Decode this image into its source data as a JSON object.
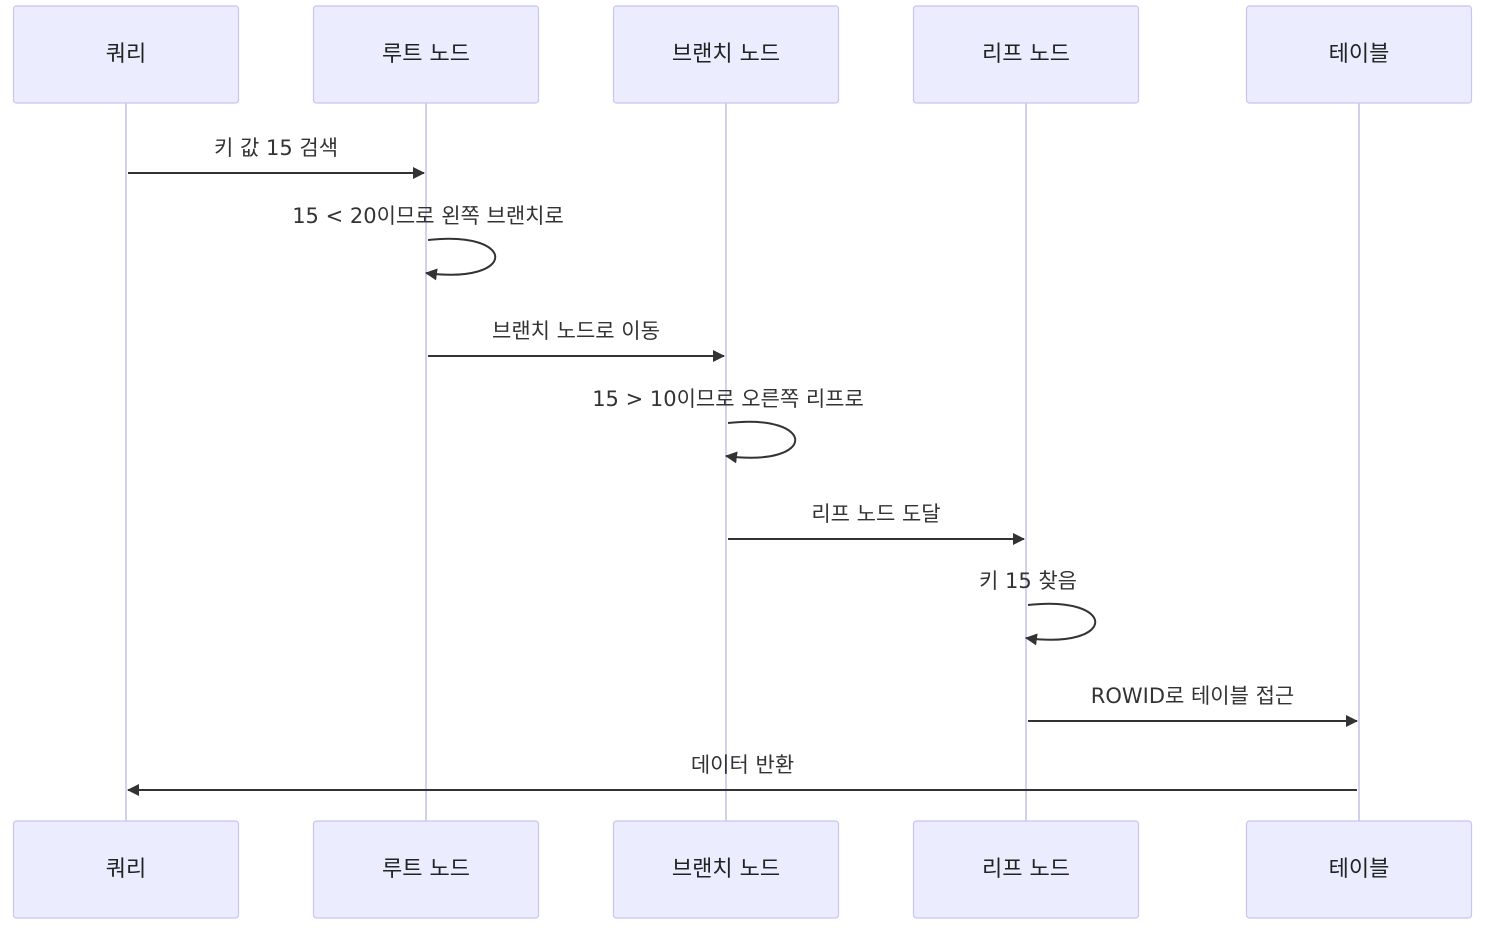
{
  "actors": [
    {
      "id": "query",
      "label": "쿼리"
    },
    {
      "id": "root",
      "label": "루트 노드"
    },
    {
      "id": "branch",
      "label": "브랜치 노드"
    },
    {
      "id": "leaf",
      "label": "리프 노드"
    },
    {
      "id": "table",
      "label": "테이블"
    }
  ],
  "messages": [
    {
      "from": "query",
      "to": "root",
      "label": "키 값 15 검색"
    },
    {
      "from": "root",
      "to": "root",
      "label": "15 < 20이므로 왼쪽 브랜치로"
    },
    {
      "from": "root",
      "to": "branch",
      "label": "브랜치 노드로 이동"
    },
    {
      "from": "branch",
      "to": "branch",
      "label": "15 > 10이므로 오른쪽 리프로"
    },
    {
      "from": "branch",
      "to": "leaf",
      "label": "리프 노드 도달"
    },
    {
      "from": "leaf",
      "to": "leaf",
      "label": "키 15 찾음"
    },
    {
      "from": "leaf",
      "to": "table",
      "label": "ROWID로 테이블 접근"
    },
    {
      "from": "table",
      "to": "query",
      "label": "데이터 반환"
    }
  ],
  "colors": {
    "actor_fill": "#ECECFF",
    "actor_border": "#C8C3EF",
    "lifeline": "#D2CFEF",
    "arrow": "#333333",
    "text": "#333333"
  }
}
